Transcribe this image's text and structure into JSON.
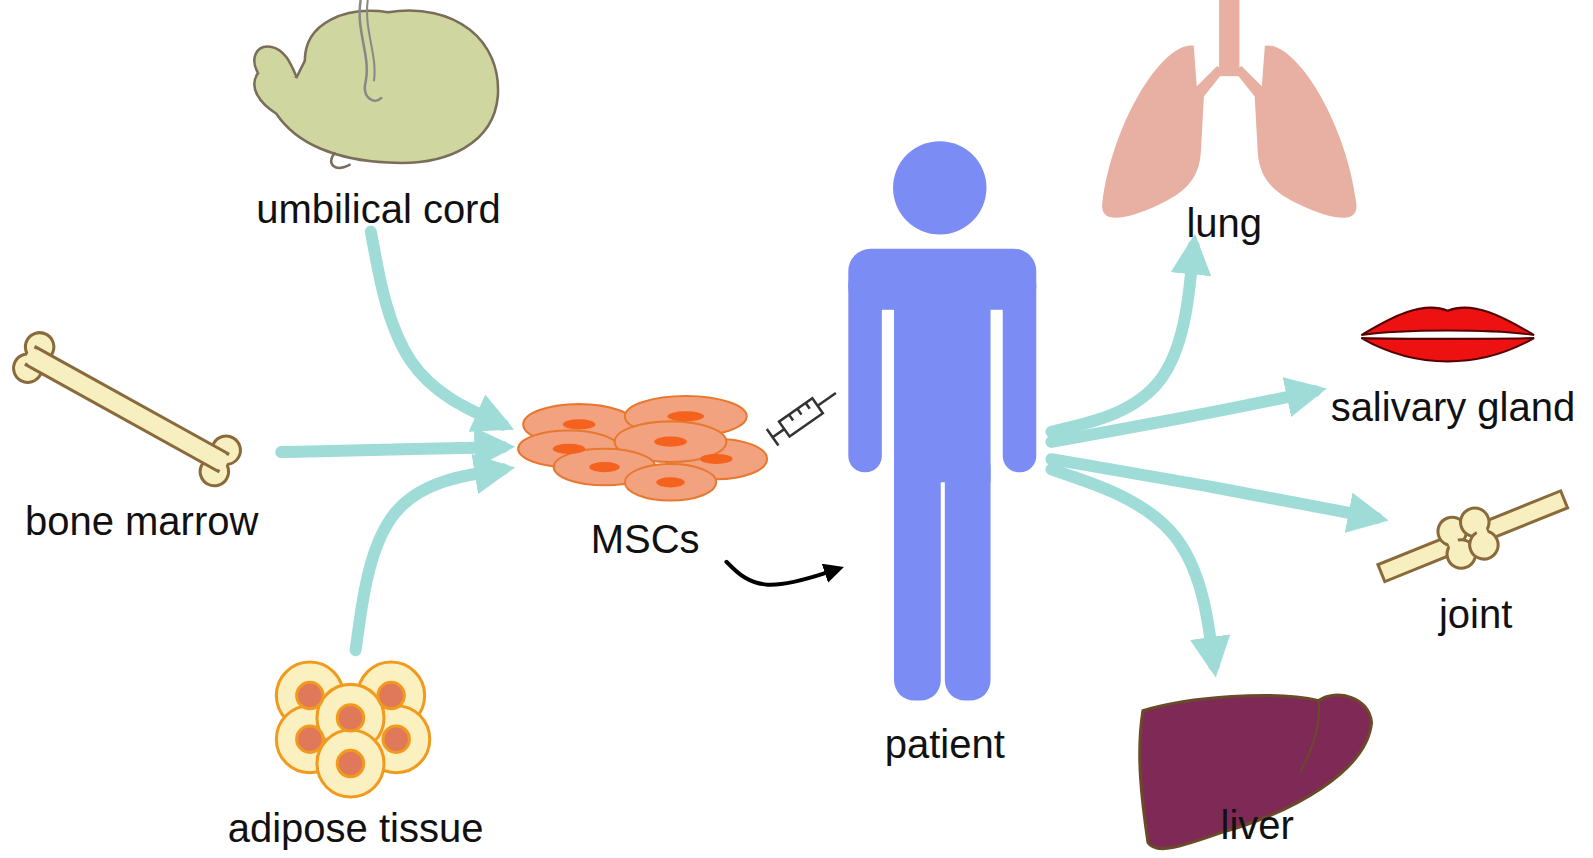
{
  "diagram": {
    "nodes": [
      {
        "text": [
          "umbilical cord"
        ]
      },
      {
        "text": [
          "bone marrow"
        ]
      },
      {
        "text": [
          "adipose tissue"
        ]
      },
      {
        "text": [
          "MSCs"
        ]
      },
      {
        "text": [
          "patient"
        ]
      },
      {
        "text": [
          "lung"
        ]
      },
      {
        "text": [
          "salivary gland"
        ]
      },
      {
        "text": [
          "joint"
        ]
      },
      {
        "text": [
          "liver"
        ]
      }
    ],
    "edges": [
      {
        "from": 0,
        "to": 3,
        "arrow": "to"
      },
      {
        "from": 1,
        "to": 3,
        "arrow": "to"
      },
      {
        "from": 2,
        "to": 3,
        "arrow": "to"
      },
      {
        "from": 3,
        "to": 4,
        "arrow": "to"
      },
      {
        "from": 4,
        "to": 5,
        "arrow": "to"
      },
      {
        "from": 4,
        "to": 6,
        "arrow": "to"
      },
      {
        "from": 4,
        "to": 7,
        "arrow": "to"
      },
      {
        "from": 4,
        "to": 8,
        "arrow": "to"
      }
    ]
  }
}
